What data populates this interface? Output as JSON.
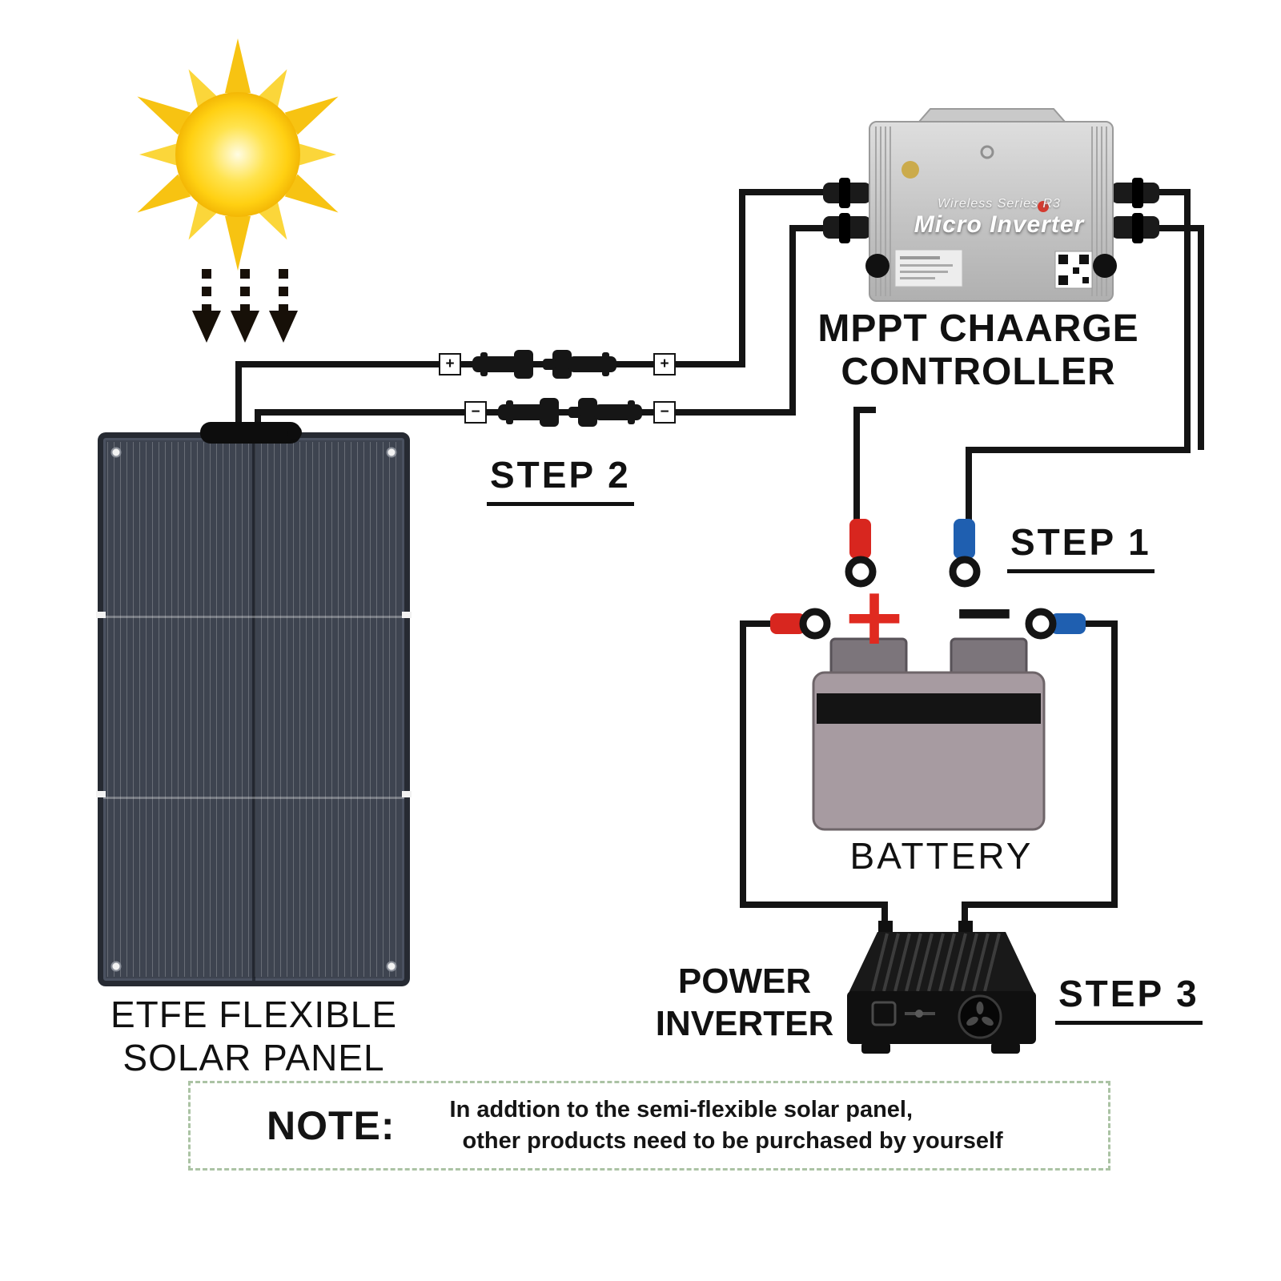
{
  "steps": {
    "step1": "STEP 1",
    "step2": "STEP 2",
    "step3": "STEP 3"
  },
  "solar_panel": {
    "label_line1": "ETFE FLEXIBLE",
    "label_line2": "SOLAR PANEL"
  },
  "controller": {
    "label_line1": "MPPT CHAARGE",
    "label_line2": "CONTROLLER",
    "device_subtitle": "Wireless Series R3",
    "device_title": "Micro Inverter"
  },
  "battery": {
    "label": "BATTERY",
    "plus_symbol": "+",
    "minus_symbol": "−"
  },
  "power_inverter": {
    "label_line1": "POWER",
    "label_line2": "INVERTER"
  },
  "connectors": {
    "positive_marker": "+",
    "negative_marker": "−"
  },
  "note": {
    "title": "NOTE:",
    "line1": "In addtion to the semi-flexible solar panel,",
    "line2": "other products need to be purchased by yourself"
  },
  "colors": {
    "wire": "#141414",
    "positive_red": "#e02a20",
    "negative_blue": "#1f5fb0",
    "sun_gold": "#f7c312",
    "note_border": "#abc3a4",
    "panel_body": "#3e4450",
    "controller_body": "#c9c9c9"
  },
  "icons": {
    "sun": "sun-icon",
    "sunlight": "dashed-down-arrows-icon",
    "mc4_pair": "mc4-connector-pair-icon",
    "ring_terminal": "ring-terminal-icon",
    "fan": "fan-grille-icon",
    "qr": "qr-code-icon"
  }
}
